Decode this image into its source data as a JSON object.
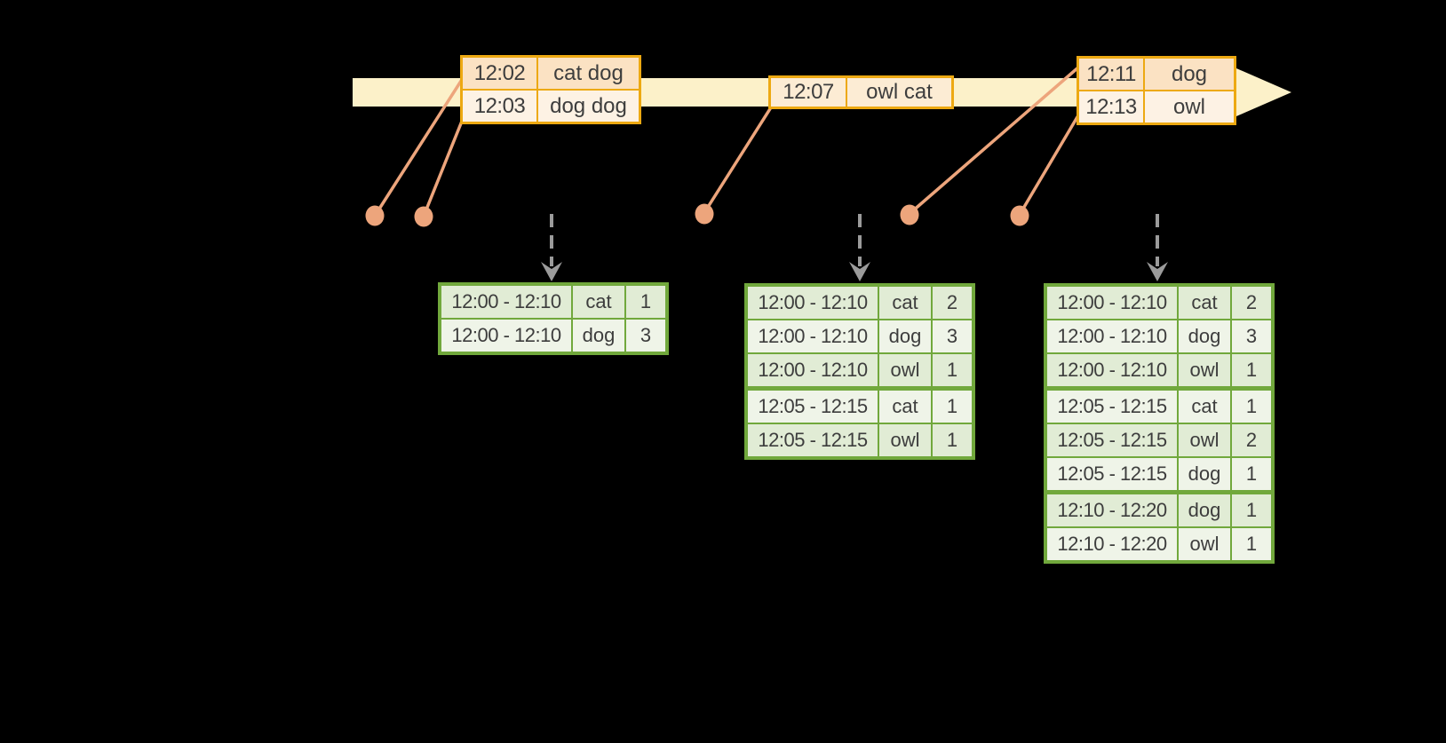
{
  "colors": {
    "background": "#000000",
    "timeline_yellow": "#fcf1c9",
    "event_border": "#eda912",
    "event_row_dark": "#fbe2c3",
    "event_row_mid": "#fcecd4",
    "event_row_light": "#fdf2e4",
    "connector_salmon": "#eda57c",
    "result_border": "#71a83c",
    "result_row_dark": "#e1ecd5",
    "result_row_light": "#eff4e8",
    "trigger_gray": "#9b9b9b",
    "text_color": "#3d3d3d"
  },
  "event_tables": [
    {
      "rows": [
        {
          "time": "12:02",
          "words": "cat dog"
        },
        {
          "time": "12:03",
          "words": "dog dog"
        }
      ]
    },
    {
      "rows": [
        {
          "time": "12:07",
          "words": "owl cat"
        }
      ]
    },
    {
      "rows": [
        {
          "time": "12:11",
          "words": "dog"
        },
        {
          "time": "12:13",
          "words": "owl"
        }
      ]
    }
  ],
  "result_tables": [
    {
      "rows": [
        {
          "window": "12:00 - 12:10",
          "word": "cat",
          "count": "1"
        },
        {
          "window": "12:00 - 12:10",
          "word": "dog",
          "count": "3"
        }
      ]
    },
    {
      "rows": [
        {
          "window": "12:00 - 12:10",
          "word": "cat",
          "count": "2"
        },
        {
          "window": "12:00 - 12:10",
          "word": "dog",
          "count": "3"
        },
        {
          "window": "12:00 - 12:10",
          "word": "owl",
          "count": "1"
        },
        {
          "window": "12:05 - 12:15",
          "word": "cat",
          "count": "1"
        },
        {
          "window": "12:05 - 12:15",
          "word": "owl",
          "count": "1"
        }
      ]
    },
    {
      "rows": [
        {
          "window": "12:00 - 12:10",
          "word": "cat",
          "count": "2"
        },
        {
          "window": "12:00 - 12:10",
          "word": "dog",
          "count": "3"
        },
        {
          "window": "12:00 - 12:10",
          "word": "owl",
          "count": "1"
        },
        {
          "window": "12:05 - 12:15",
          "word": "cat",
          "count": "1"
        },
        {
          "window": "12:05 - 12:15",
          "word": "owl",
          "count": "2"
        },
        {
          "window": "12:05 - 12:15",
          "word": "dog",
          "count": "1"
        },
        {
          "window": "12:10 - 12:20",
          "word": "dog",
          "count": "1"
        },
        {
          "window": "12:10 - 12:20",
          "word": "owl",
          "count": "1"
        }
      ]
    }
  ]
}
